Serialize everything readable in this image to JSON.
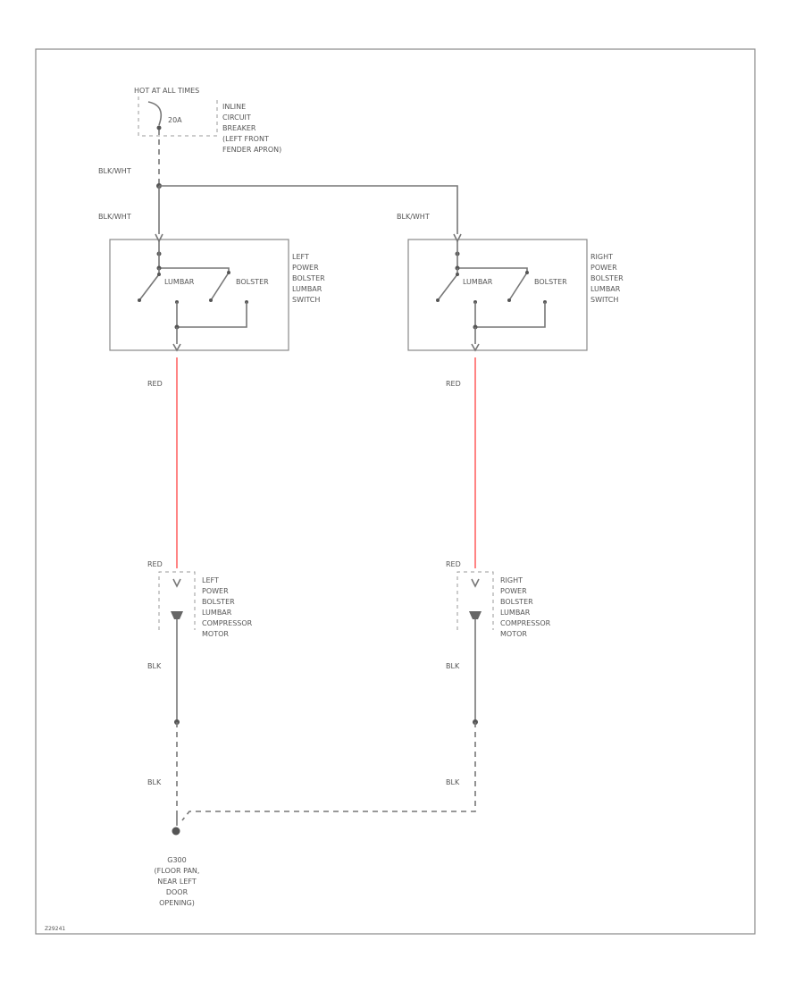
{
  "colors": {
    "border": "#888888",
    "wire": "#777777",
    "red_wire": "#ff6666",
    "text": "#555555"
  },
  "power": {
    "hot_label": "HOT AT ALL TIMES",
    "amp_label": "20A",
    "breaker_label": [
      "INLINE",
      "CIRCUIT",
      "BREAKER",
      "(LEFT FRONT",
      "FENDER APRON)"
    ]
  },
  "wires": {
    "main_a": "BLK/WHT",
    "main_b": "BLK/WHT",
    "right_feed": "BLK/WHT",
    "left_red_top": "RED",
    "right_red_top": "RED",
    "left_red_bottom": "RED",
    "right_red_bottom": "RED",
    "left_blk_a": "BLK",
    "left_blk_b": "BLK",
    "right_blk_a": "BLK",
    "right_blk_b": "BLK"
  },
  "left_switch": {
    "lumbar": "LUMBAR",
    "bolster": "BOLSTER",
    "label": [
      "LEFT",
      "POWER",
      "BOLSTER",
      "LUMBAR",
      "SWITCH"
    ]
  },
  "right_switch": {
    "lumbar": "LUMBAR",
    "bolster": "BOLSTER",
    "label": [
      "RIGHT",
      "POWER",
      "BOLSTER",
      "LUMBAR",
      "SWITCH"
    ]
  },
  "left_motor": {
    "label": [
      "LEFT",
      "POWER",
      "BOLSTER",
      "LUMBAR",
      "COMPRESSOR",
      "MOTOR"
    ]
  },
  "right_motor": {
    "label": [
      "RIGHT",
      "POWER",
      "BOLSTER",
      "LUMBAR",
      "COMPRESSOR",
      "MOTOR"
    ]
  },
  "ground": {
    "label": [
      "G300",
      "(FLOOR PAN,",
      "NEAR LEFT",
      "DOOR",
      "OPENING)"
    ]
  },
  "footer_code": "Z29241"
}
